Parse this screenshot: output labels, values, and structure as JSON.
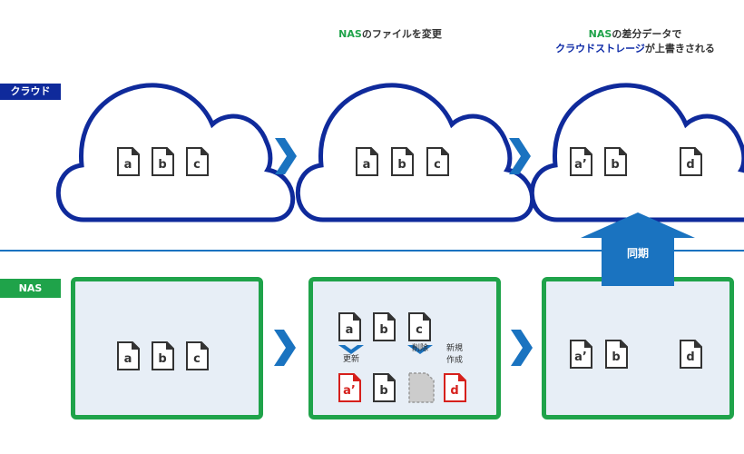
{
  "captions": {
    "step2": {
      "highlight": "NAS",
      "rest": "のファイルを変更"
    },
    "step3_line1": {
      "highlight": "NAS",
      "rest": "の差分データで"
    },
    "step3_line2": {
      "highlight": "クラウドストレージ",
      "rest": "が上書きされる"
    }
  },
  "labels": {
    "cloud": "クラウド",
    "nas": "NAS"
  },
  "sync_label": "同期",
  "colors": {
    "cloud_stroke": "#0f2a9b",
    "nas_border": "#1fa34a",
    "arrow": "#1a73c0",
    "changed_file": "#d6201c",
    "nas_fill": "#e7eef6"
  },
  "cloud": {
    "step1": [
      "a",
      "b",
      "c"
    ],
    "step2": [
      "a",
      "b",
      "c"
    ],
    "step3": [
      "a’",
      "b",
      "d"
    ]
  },
  "nas": {
    "step1": [
      "a",
      "b",
      "c"
    ],
    "step2_before": [
      "a",
      "b",
      "c"
    ],
    "step2_after": [
      "a’",
      "b",
      "",
      "d"
    ],
    "step2_ops": {
      "update": "更新",
      "delete": "削除",
      "create_line1": "新規",
      "create_line2": "作成"
    },
    "step3": [
      "a’",
      "b",
      "d"
    ]
  }
}
